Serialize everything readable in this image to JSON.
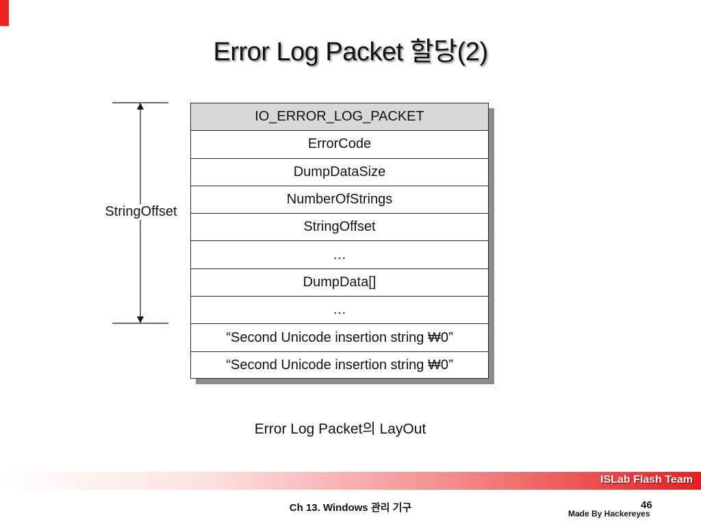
{
  "slide": {
    "title": "Error Log Packet 할당(2)",
    "caption": "Error Log Packet의 LayOut"
  },
  "diagram": {
    "offset_label": "StringOffset",
    "rows": [
      {
        "label": "IO_ERROR_LOG_PACKET",
        "header": true
      },
      {
        "label": "ErrorCode",
        "header": false
      },
      {
        "label": "DumpDataSize",
        "header": false
      },
      {
        "label": "NumberOfStrings",
        "header": false
      },
      {
        "label": "StringOffset",
        "header": false
      },
      {
        "label": "…",
        "header": false
      },
      {
        "label": "DumpData[]",
        "header": false
      },
      {
        "label": "…",
        "header": false
      },
      {
        "label": "“Second Unicode insertion string ₩0”",
        "header": false
      },
      {
        "label": "“Second Unicode insertion string ₩0”",
        "header": false
      }
    ]
  },
  "footer": {
    "team": "ISLab Flash Team",
    "chapter": "Ch 13. Windows 관리 기구",
    "page": "46",
    "author": "Made By Hackereyes"
  },
  "colors": {
    "accent_red": "#ee2222",
    "header_row": "#d8d8d8",
    "shadow": "#8c8c8c"
  }
}
